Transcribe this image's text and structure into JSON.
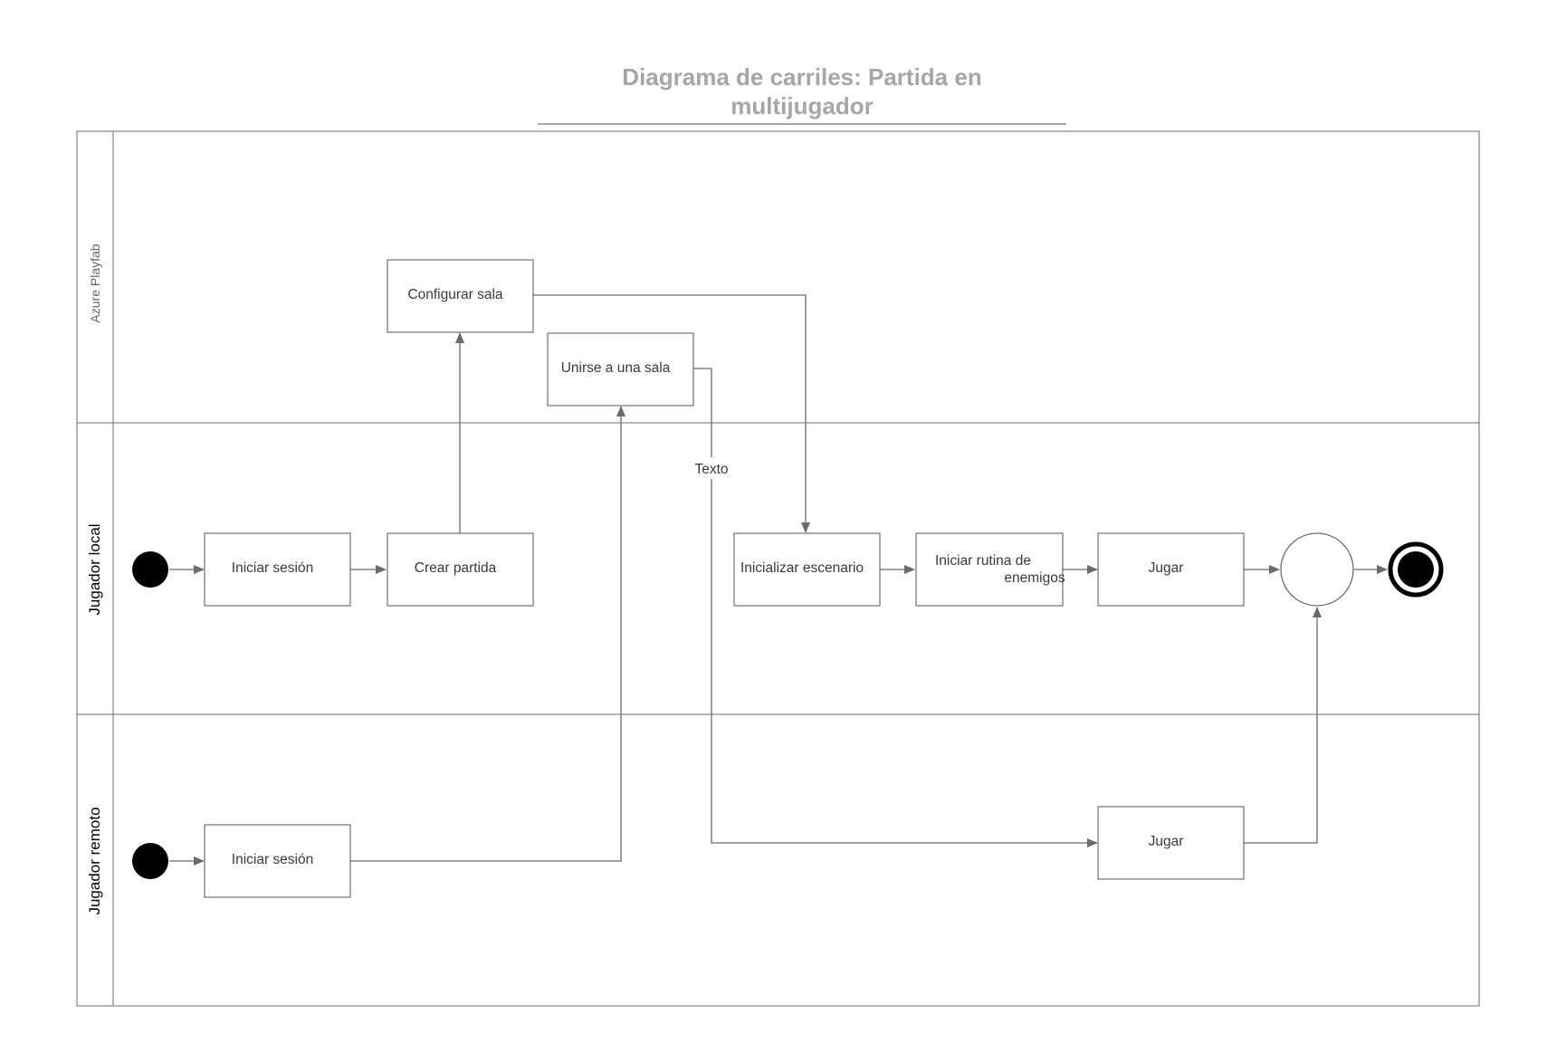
{
  "title": {
    "line1": "Diagrama de carriles: Partida en",
    "line2": "multijugador"
  },
  "lanes": [
    {
      "label": "Azure Playfab"
    },
    {
      "label": "Jugador local"
    },
    {
      "label": "Jugador remoto"
    }
  ],
  "nodes": {
    "configurar_sala": "Configurar sala",
    "unirse_sala": "Unirse a una sala",
    "iniciar_sesion_local": "Iniciar sesión",
    "crear_partida": "Crear partida",
    "inicializar_escenario": "Inicializar escenario",
    "iniciar_rutina_l1": "Iniciar rutina de",
    "iniciar_rutina_l2": "enemigos",
    "jugar_local": "Jugar",
    "iniciar_sesion_remoto": "Iniciar sesión",
    "jugar_remoto": "Jugar"
  },
  "edge_labels": {
    "texto": "Texto"
  },
  "colors": {
    "title": "#a6a6a6",
    "lines": "#6b6b6b",
    "node_border": "#555555",
    "text": "#3a3a3a",
    "start_end": "#000000"
  }
}
